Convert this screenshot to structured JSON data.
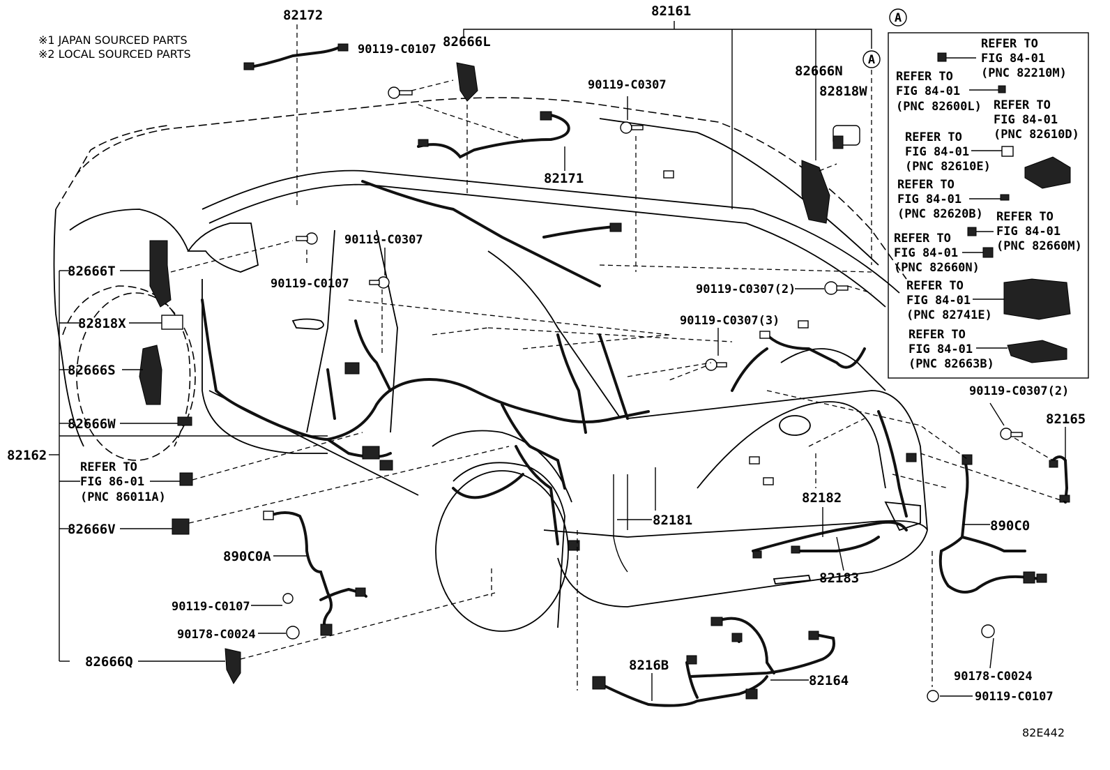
{
  "notes": {
    "japan": "※1 JAPAN SOURCED PARTS",
    "local": "※2 LOCAL SOURCED PARTS"
  },
  "diagram_code": "82E442",
  "callout_marker": "A",
  "parts": {
    "p82172": "82172",
    "p82161": "82161",
    "p82666L": "82666L",
    "p82666N": "82666N",
    "p82818W": "82818W",
    "p82171": "82171",
    "p82666T": "82666T",
    "p82818X": "82818X",
    "p82666S": "82666S",
    "p82666W": "82666W",
    "p82162": "82162",
    "p82666V": "82666V",
    "p890C0A": "890C0A",
    "p82666Q": "82666Q",
    "p82181": "82181",
    "p82182": "82182",
    "p82183": "82183",
    "p8216B": "8216B",
    "p82164": "82164",
    "p82165": "82165",
    "p890C0": "890C0"
  },
  "fasteners": {
    "f1": "90119-C0107",
    "f2": "90119-C0307",
    "f3": "90119-C0107",
    "f4": "90119-C0307",
    "f5": "90119-C0307(2)",
    "f6": "90119-C0307(3)",
    "f7": "90119-C0307(2)",
    "f8": "90119-C0107",
    "f9": "90178-C0024",
    "f10": "90178-C0024",
    "f11": "90119-C0107"
  },
  "refer_86": {
    "l1": "REFER TO",
    "l2": "FIG 86-01",
    "l3": "(PNC 86011A)"
  },
  "inset_refs": [
    {
      "l1": "REFER TO",
      "l2": "FIG 84-01",
      "l3": "(PNC 82210M)"
    },
    {
      "l1": "REFER TO",
      "l2": "FIG 84-01",
      "l3": "(PNC 82600L)"
    },
    {
      "l1": "REFER TO",
      "l2": "FIG 84-01",
      "l3": "(PNC 82610D)"
    },
    {
      "l1": "REFER TO",
      "l2": "FIG 84-01",
      "l3": "(PNC 82610E)"
    },
    {
      "l1": "REFER TO",
      "l2": "FIG 84-01",
      "l3": "(PNC 82620B)"
    },
    {
      "l1": "REFER TO",
      "l2": "FIG 84-01",
      "l3": "(PNC 82660M)"
    },
    {
      "l1": "REFER TO",
      "l2": "FIG 84-01",
      "l3": "(PNC 82660N)"
    },
    {
      "l1": "REFER TO",
      "l2": "FIG 84-01",
      "l3": "(PNC 82741E)"
    },
    {
      "l1": "REFER TO",
      "l2": "FIG 84-01",
      "l3": "(PNC 82663B)"
    }
  ]
}
